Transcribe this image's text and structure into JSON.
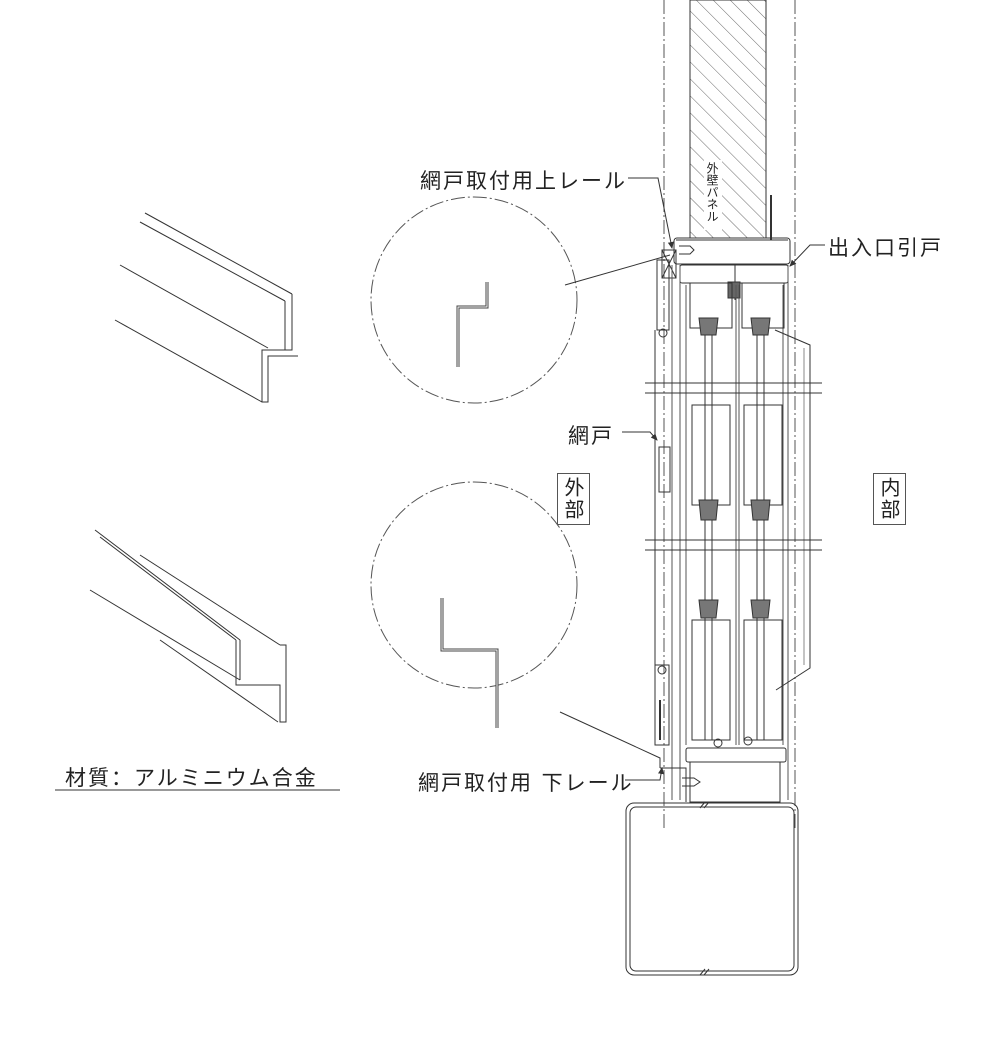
{
  "labels": {
    "upper_rail": "網戸取付用上レール",
    "lower_rail": "網戸取付用 下レール",
    "sliding_door": "出入口引戸",
    "screen_door": "網戸",
    "exterior": "外部",
    "interior": "内部",
    "wall_panel": "外壁パネル",
    "material": "材質：アルミニウム合金"
  },
  "colors": {
    "line": "#333333",
    "light_line": "#888888"
  }
}
